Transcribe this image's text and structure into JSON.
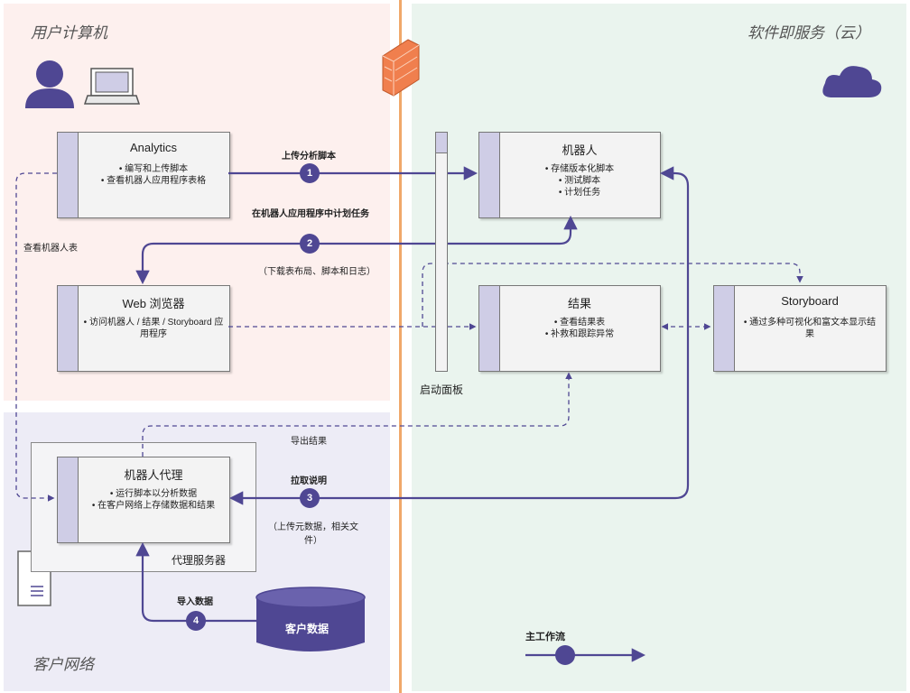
{
  "zones": {
    "user": "用户计算机",
    "cloud": "软件即服务（云）",
    "customer": "客户网络"
  },
  "boxes": {
    "analytics": {
      "title": "Analytics",
      "items": [
        "编写和上传脚本",
        "查看机器人应用程序表格"
      ]
    },
    "robot": {
      "title": "机器人",
      "items": [
        "存储版本化脚本",
        "测试脚本",
        "计划任务"
      ]
    },
    "web": {
      "title": "Web 浏览器",
      "items": [
        "访问机器人 / 结果 / Storyboard 应用程序"
      ]
    },
    "results": {
      "title": "结果",
      "items": [
        "查看结果表",
        "补救和跟踪异常"
      ]
    },
    "storyboard": {
      "title": "Storyboard",
      "items": [
        "通过多种可视化和富文本显示结果"
      ]
    },
    "agent": {
      "title": "机器人代理",
      "items": [
        "运行脚本以分析数据",
        "在客户网络上存储数据和结果"
      ]
    }
  },
  "labels": {
    "launchpad": "启动面板",
    "view_robot_table": "查看机器人表",
    "upload_script": "上传分析脚本",
    "schedule_task": "在机器人应用程序中计划任务",
    "download_layout": "（下载表布局、脚本和日志）",
    "export_results": "导出结果",
    "pull_instructions": "拉取说明",
    "upload_metadata": "（上传元数据，相关文件）",
    "proxy_server": "代理服务器",
    "import_data": "导入数据",
    "customer_data": "客户数据",
    "main_workflow": "主工作流"
  },
  "steps": [
    "1",
    "2",
    "3",
    "4"
  ],
  "colors": {
    "flow": "#4f4793",
    "strip": "#cfcde6",
    "firewall": "#f07f4e",
    "divider": "#f0a86a"
  }
}
